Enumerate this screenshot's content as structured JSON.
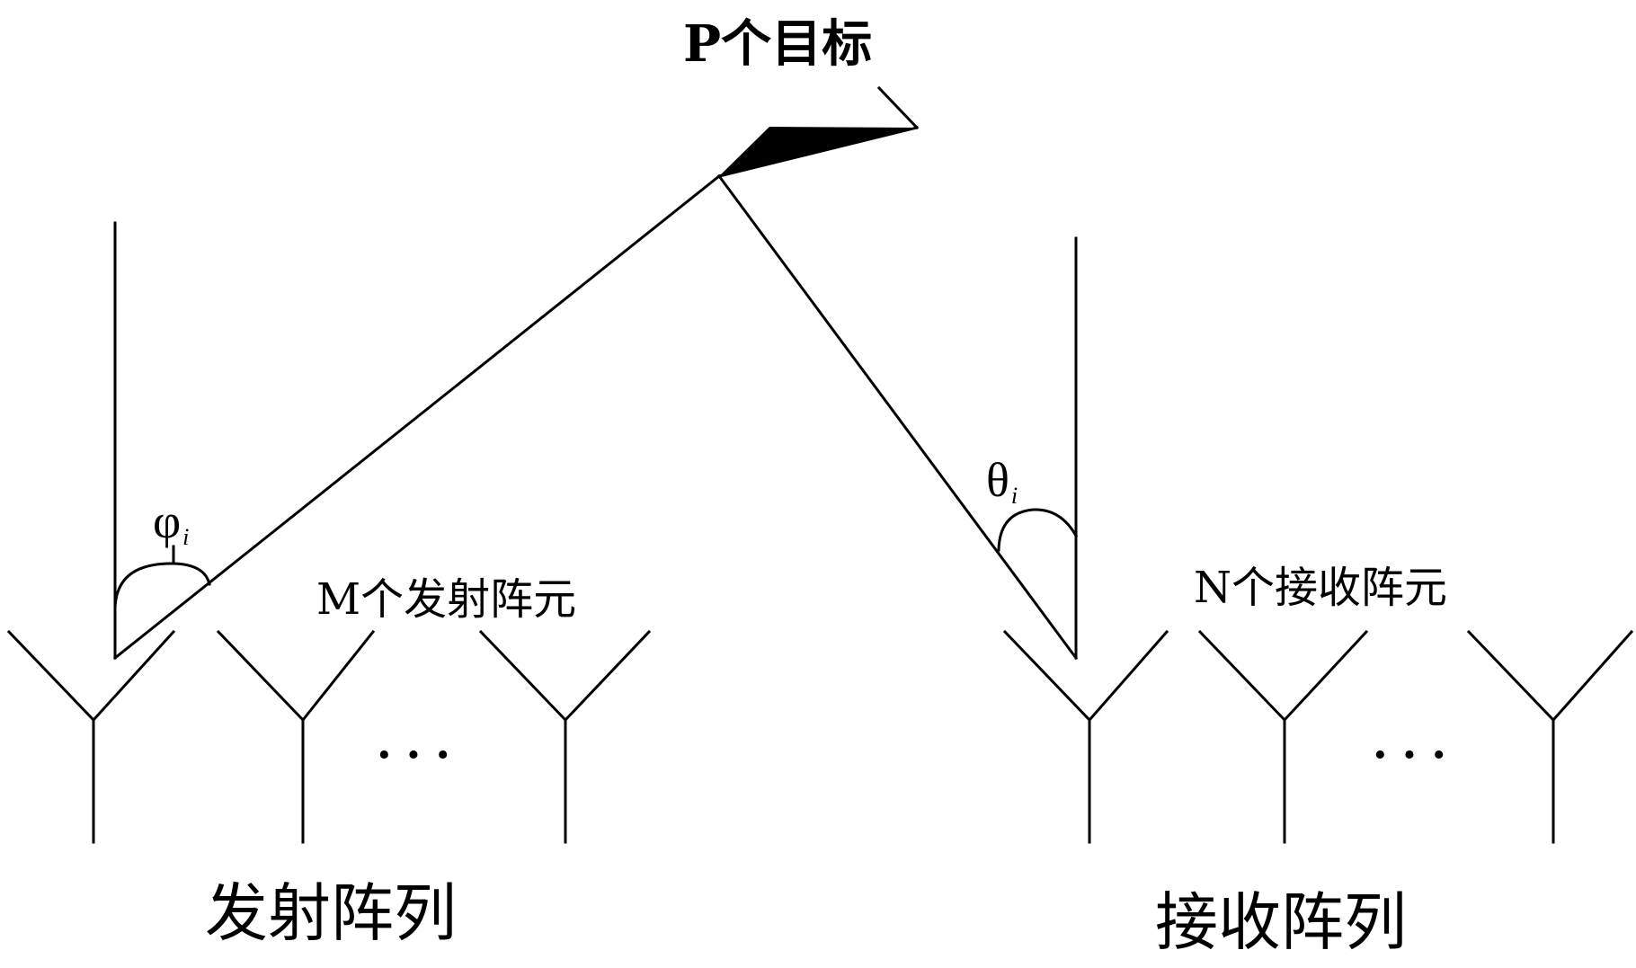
{
  "targets": {
    "label": "P个目标"
  },
  "transmit": {
    "element_label": "M个发射阵元",
    "array_label": "发射阵列",
    "angle_symbol": "φ",
    "angle_subscript": "i",
    "ellipsis": "· · ·"
  },
  "receive": {
    "element_label": "N个接收阵元",
    "array_label": "接收阵列",
    "angle_symbol": "θ",
    "angle_subscript": "i",
    "ellipsis": "· · ·"
  },
  "icons": {
    "target": "aircraft-target-icon",
    "antenna": "antenna-element-icon"
  },
  "colors": {
    "stroke": "#000000",
    "background": "#ffffff"
  }
}
